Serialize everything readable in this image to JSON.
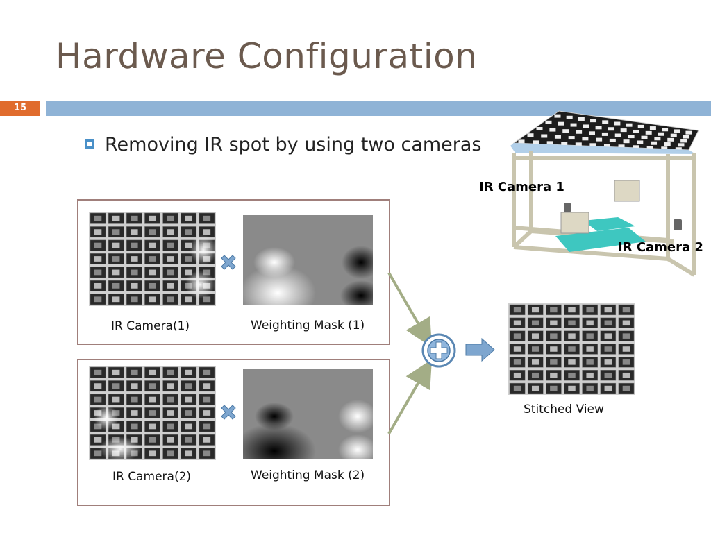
{
  "slide": {
    "title": "Hardware Configuration",
    "page_number": "15",
    "bullet": "Removing IR spot by using two cameras"
  },
  "panels": {
    "top": {
      "camera_label": "IR Camera(1)",
      "mask_label": "Weighting Mask (1)"
    },
    "bottom": {
      "camera_label": "IR Camera(2)",
      "mask_label": "Weighting Mask (2)"
    }
  },
  "output": {
    "label": "Stitched View"
  },
  "hardware": {
    "camera1_label": "IR Camera 1",
    "camera2_label": "IR Camera 2"
  },
  "colors": {
    "title": "#6b5a4e",
    "accent_bar": "#8fb3d6",
    "page_badge": "#e06c2d",
    "icon_blue": "#7ea6cf",
    "arrow_green": "#a3ad86",
    "teal": "#3ec7c0"
  },
  "icons": [
    "multiply-icon",
    "plus-circle-icon",
    "right-arrow-icon",
    "bullet-square-icon"
  ]
}
